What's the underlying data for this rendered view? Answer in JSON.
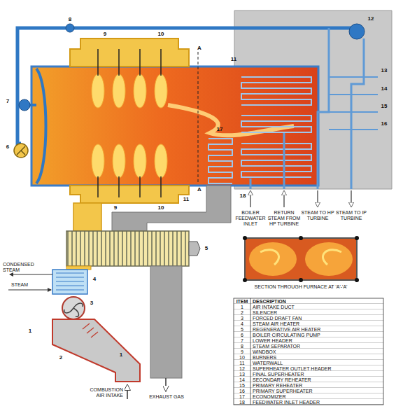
{
  "diagram": {
    "labels": [
      "A",
      "A",
      "COMBUSTION AIR INTAKE",
      "EXHAUST GAS",
      "CONDENSED STEAM",
      "STEAM",
      "BOILER FEEDWATER INLET",
      "RETURN STEAM FROM HP TURBINE",
      "STEAM TO HP TURBINE",
      "STEAM TO IP TURBINE",
      "SECTION THROUGH FURNACE AT 'A'-'A'",
      "1",
      "1",
      "2",
      "3",
      "4",
      "5",
      "6",
      "7",
      "8",
      "9",
      "9",
      "10",
      "10",
      "11",
      "11",
      "12",
      "13",
      "14",
      "15",
      "16",
      "17",
      "18",
      "ITEM",
      "DESCRIPTION",
      "1",
      "AIR INTAKE DUCT",
      "2",
      "SILENCER",
      "3",
      "FORCED DRAFT FAN",
      "4",
      "STEAM AIR HEATER",
      "5",
      "REGENERATIVE AIR HEATER",
      "6",
      "BOILER CIRCULATING PUMP",
      "7",
      "LOWER HEADER",
      "8",
      "STEAM SEPARATOR",
      "9",
      "WINDBOX",
      "10",
      "BURNERS",
      "11",
      "WATERWALL",
      "12",
      "SUPERHEATER OUTLET HEADER",
      "13",
      "FINAL SUPERHEATER",
      "14",
      "SECONDARY REHEATER",
      "15",
      "PRIMARY REHEATER",
      "16",
      "PRIMARY SUPERHEATER",
      "17",
      "ECONOMIZER",
      "18",
      "FEEDWATER INLET HEADER"
    ]
  }
}
